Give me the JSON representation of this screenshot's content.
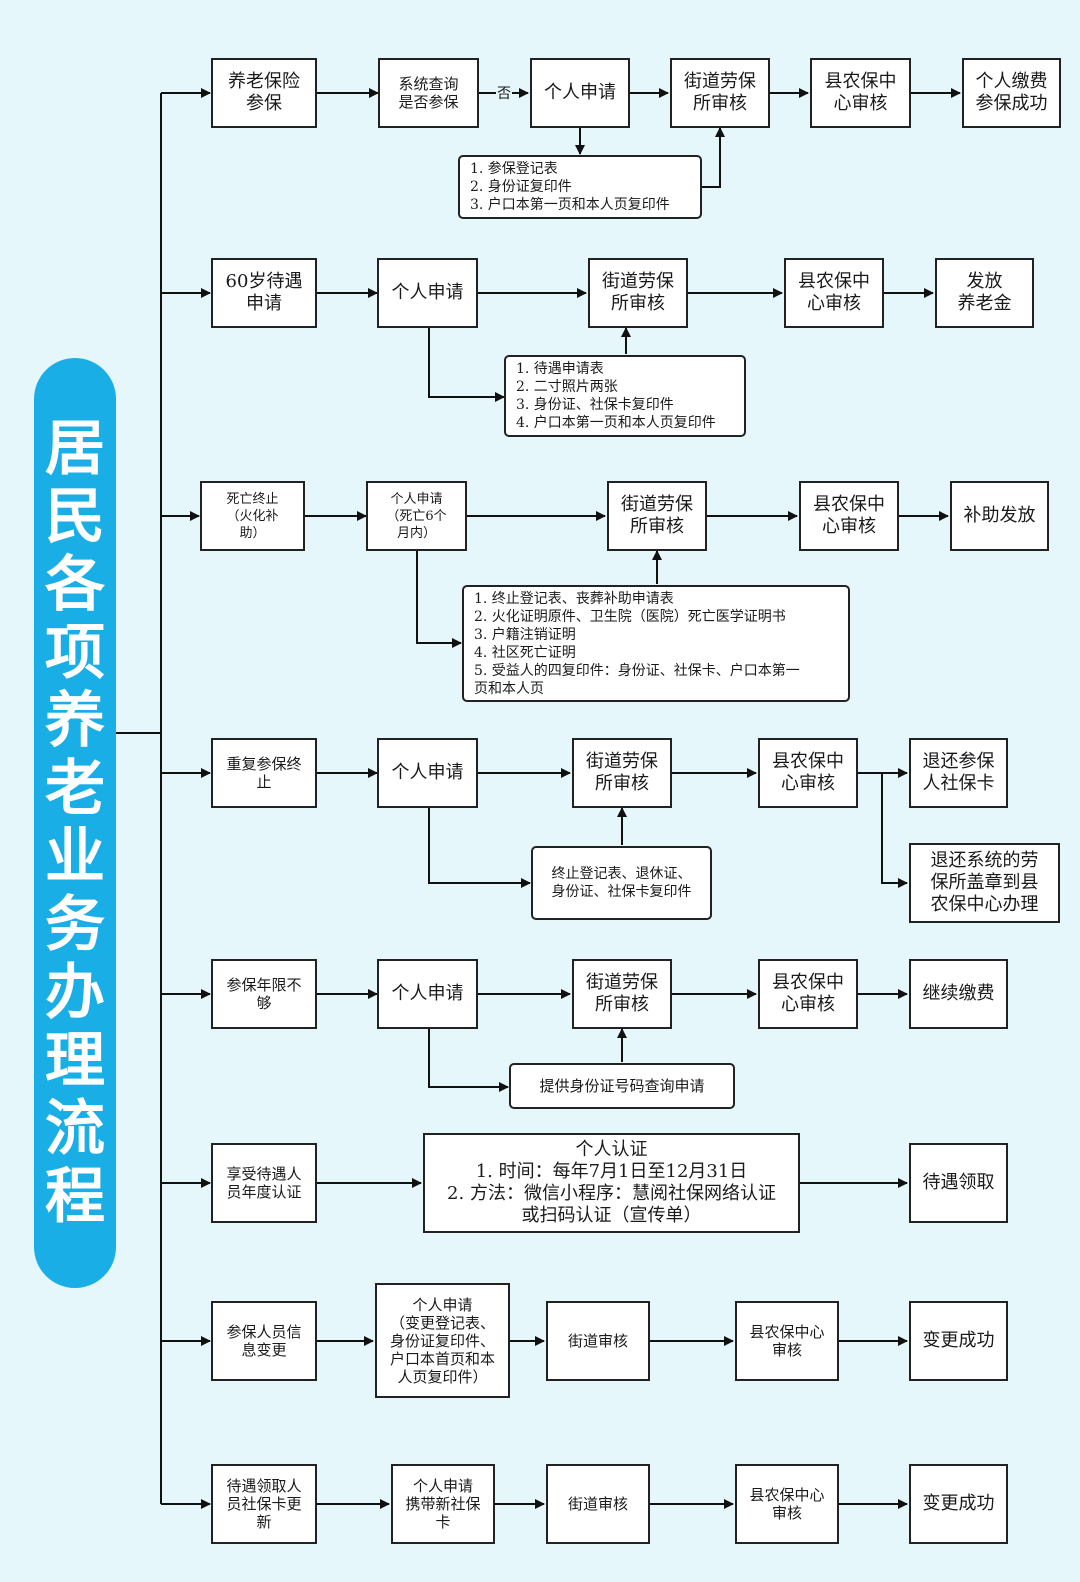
{
  "title_chars": [
    "居",
    "民",
    "各",
    "项",
    "养",
    "老",
    "业",
    "务",
    "办",
    "理",
    "流",
    "程"
  ],
  "rows": {
    "r1": {
      "start": "养老保险\n参保",
      "check": "系统查询\n是否参保",
      "no_label": "否",
      "apply": "个人申请",
      "street": "街道劳保\n所审核",
      "county": "县农保中\n心审核",
      "result": "个人缴费\n参保成功",
      "docs": "1. 参保登记表\n2. 身份证复印件\n3. 户口本第一页和本人页复印件"
    },
    "r2": {
      "start": "60岁待遇\n申请",
      "apply": "个人申请",
      "street": "街道劳保\n所审核",
      "county": "县农保中\n心审核",
      "result": "发放\n养老金",
      "docs": "1. 待遇申请表\n2. 二寸照片两张\n3. 身份证、社保卡复印件\n4. 户口本第一页和本人页复印件"
    },
    "r3": {
      "start": "死亡终止\n（火化补\n助）",
      "apply": "个人申请\n（死亡6个\n月内）",
      "street": "街道劳保\n所审核",
      "county": "县农保中\n心审核",
      "result": "补助发放",
      "docs": "1. 终止登记表、丧葬补助申请表\n2. 火化证明原件、卫生院（医院）死亡医学证明书\n3. 户籍注销证明\n4. 社区死亡证明\n5. 受益人的四复印件：身份证、社保卡、户口本第一\n页和本人页"
    },
    "r4": {
      "start": "重复参保终\n止",
      "apply": "个人申请",
      "street": "街道劳保\n所审核",
      "county": "县农保中\n心审核",
      "result": "退还参保\n人社保卡",
      "result2": "退还系统的劳\n保所盖章到县\n农保中心办理",
      "docs": "终止登记表、退休证、\n身份证、社保卡复印件"
    },
    "r5": {
      "start": "参保年限不\n够",
      "apply": "个人申请",
      "street": "街道劳保\n所审核",
      "county": "县农保中\n心审核",
      "result": "继续缴费",
      "docs": "提供身份证号码查询申请"
    },
    "r6": {
      "start": "享受待遇人\n员年度认证",
      "auth": "个人认证\n1. 时间：每年7月1日至12月31日\n2. 方法：微信小程序：慧阅社保网络认证\n或扫码认证（宣传单）",
      "result": "待遇领取"
    },
    "r7": {
      "start": "参保人员信\n息变更",
      "apply": "个人申请\n（变更登记表、\n身份证复印件、\n户口本首页和本\n人页复印件）",
      "street": "街道审核",
      "county": "县农保中心\n审核",
      "result": "变更成功"
    },
    "r8": {
      "start": "待遇领取人\n员社保卡更\n新",
      "apply": "个人申请\n携带新社保\n卡",
      "street": "街道审核",
      "county": "县农保中心\n审核",
      "result": "变更成功"
    }
  }
}
